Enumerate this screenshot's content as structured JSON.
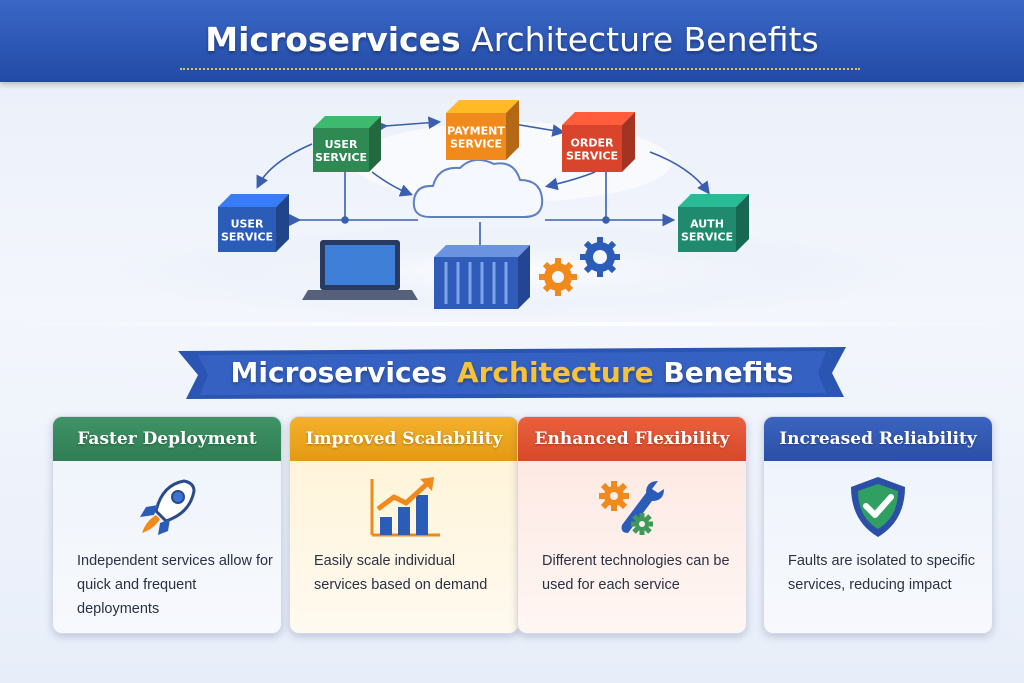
{
  "header": {
    "title_bold": "Microservices",
    "title_rest": "Architecture Benefits"
  },
  "diagram": {
    "nodes": [
      {
        "line1": "USER",
        "line2": "SERVICE",
        "color": "#2e8a52"
      },
      {
        "line1": "PAYMENT",
        "line2": "SERVICE",
        "color": "#f08a1c"
      },
      {
        "line1": "ORDER",
        "line2": "SERVICE",
        "color": "#d9452c"
      },
      {
        "line1": "USER",
        "line2": "SERVICE",
        "color": "#2a5cb8"
      },
      {
        "line1": "AUTH",
        "line2": "SERVICE",
        "color": "#1f8a6e"
      }
    ],
    "icons": [
      "cloud-icon",
      "laptop-icon",
      "server-icon",
      "gears-icon"
    ]
  },
  "ribbon": {
    "word1": "Microservices",
    "word2": "Architecture",
    "word3": "Benefits",
    "highlight_color": "#f6c338"
  },
  "cards": [
    {
      "title": "Faster Deployment",
      "text": "Independent services allow for quick and frequent deployments",
      "icon": "rocket-icon",
      "color": "#2f7d53"
    },
    {
      "title": "Improved Scalability",
      "text": "Easily scale individual services based on demand",
      "icon": "bar-chart-icon",
      "color": "#e39a13"
    },
    {
      "title": "Enhanced Flexibility",
      "text": "Different technologies can be used for each service",
      "icon": "gear-wrench-icon",
      "color": "#d6492a"
    },
    {
      "title": "Increased Reliability",
      "text": "Faults are isolated to specific services, reducing impact",
      "icon": "shield-check-icon",
      "color": "#2b4fa6"
    }
  ]
}
